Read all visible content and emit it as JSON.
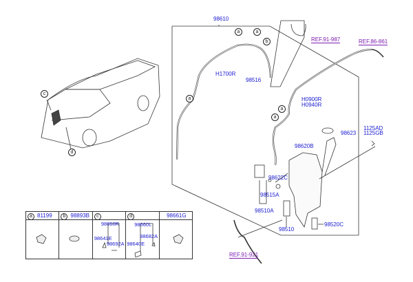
{
  "labels": {
    "assembly": "98610",
    "ref_top": "REF.91-987",
    "ref_right": "REF.86-861",
    "ref_bottom": "REF.91-921",
    "hose_rear": "H1700R",
    "valve": "98516",
    "hose_front_1": "H0900R",
    "hose_front_2": "H0940R",
    "cap": "98623",
    "bolt_1": "1125AD",
    "bolt_2": "1125GB",
    "reservoir": "98620B",
    "grommet": "98622C",
    "pump_seal": "98515A",
    "pump_rear": "98510A",
    "pump_front": "98510",
    "level_sensor": "98520C"
  },
  "callouts": [
    "a",
    "a",
    "b",
    "a",
    "a",
    "a",
    "c",
    "d"
  ],
  "table": {
    "columns": [
      {
        "key": "a",
        "part": "81199"
      },
      {
        "key": "b",
        "part": "98893B"
      },
      {
        "key": "c",
        "part": "98660R",
        "subparts": [
          "98641E",
          "98692A"
        ]
      },
      {
        "key": "d",
        "part": "98660L",
        "subparts": [
          "98682A",
          "98640E"
        ]
      },
      {
        "key": "",
        "part": "98661G"
      }
    ]
  }
}
